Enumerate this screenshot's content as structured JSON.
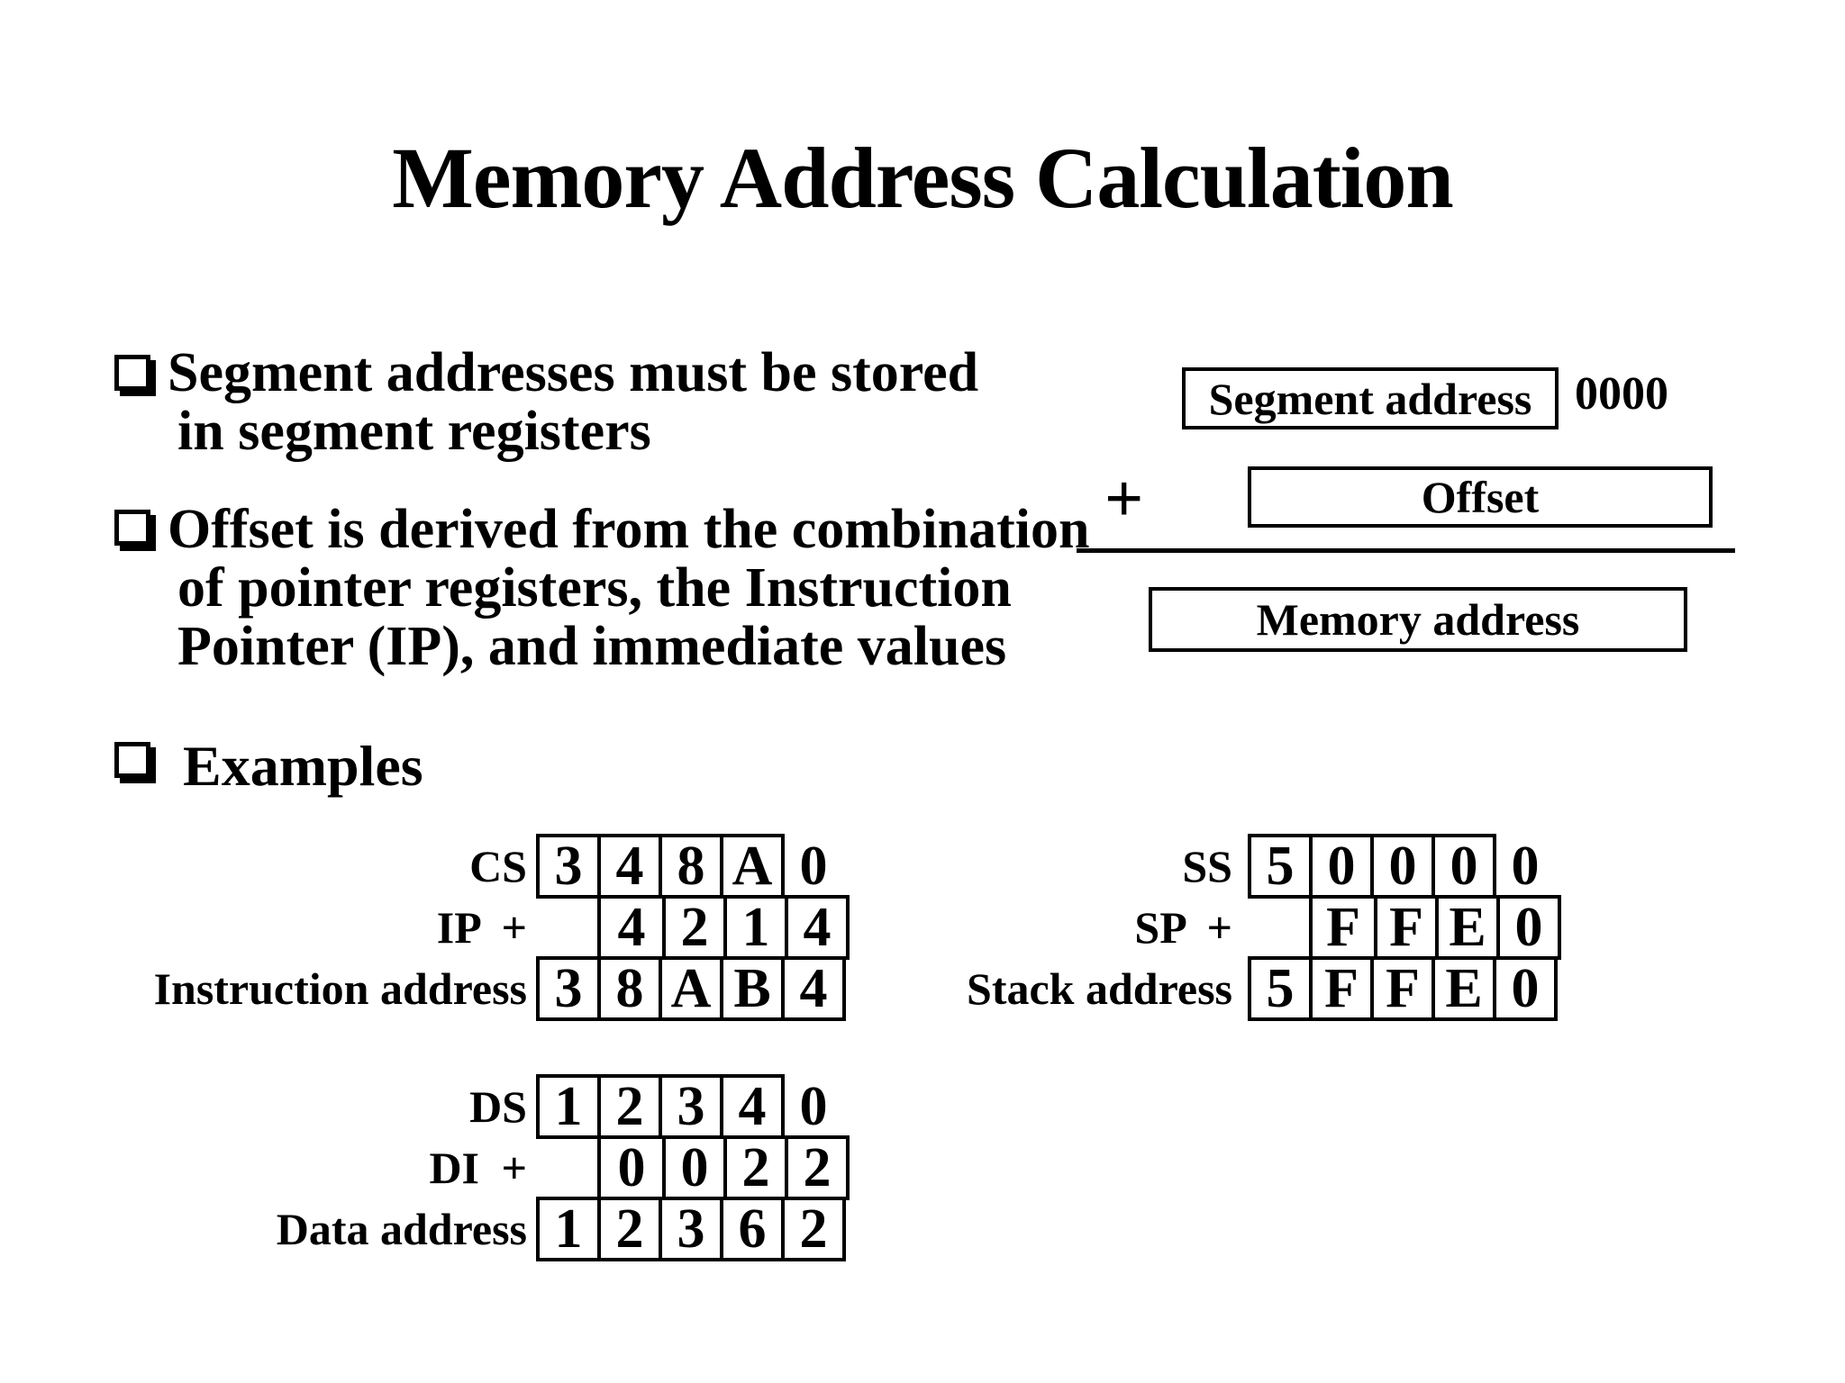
{
  "title": "Memory Address Calculation",
  "bullets": [
    {
      "line1": "Segment addresses must be stored",
      "line2": "in segment registers"
    },
    {
      "line1": "Offset is derived from the combination",
      "line2": "of pointer registers, the Instruction",
      "line3": "Pointer (IP), and immediate values"
    },
    {
      "line1": "Examples"
    }
  ],
  "diagram": {
    "segment_box_label": "Segment address",
    "carry_zeros": "0000",
    "plus_sign": "+",
    "offset_box_label": "Offset",
    "memory_box_label": "Memory address"
  },
  "tables": [
    {
      "rows": [
        {
          "label": "CS",
          "cells": [
            "3",
            "4",
            "8",
            "A"
          ],
          "tail": "0"
        },
        {
          "label": "IP +",
          "cells": [
            "4",
            "2",
            "1",
            "4"
          ]
        },
        {
          "label": "Instruction address",
          "cells": [
            "3",
            "8",
            "A",
            "B",
            "4"
          ]
        }
      ]
    },
    {
      "rows": [
        {
          "label": "SS",
          "cells": [
            "5",
            "0",
            "0",
            "0"
          ],
          "tail": "0"
        },
        {
          "label": "SP +",
          "cells": [
            "F",
            "F",
            "E",
            "0"
          ]
        },
        {
          "label": "Stack address",
          "cells": [
            "5",
            "F",
            "F",
            "E",
            "0"
          ]
        }
      ]
    },
    {
      "rows": [
        {
          "label": "DS",
          "cells": [
            "1",
            "2",
            "3",
            "4"
          ],
          "tail": "0"
        },
        {
          "label": "DI +",
          "cells": [
            "0",
            "0",
            "2",
            "2"
          ]
        },
        {
          "label": "Data address",
          "cells": [
            "1",
            "2",
            "3",
            "6",
            "2"
          ]
        }
      ]
    }
  ],
  "colors": {
    "background": "#ffffff",
    "text": "#000000"
  }
}
